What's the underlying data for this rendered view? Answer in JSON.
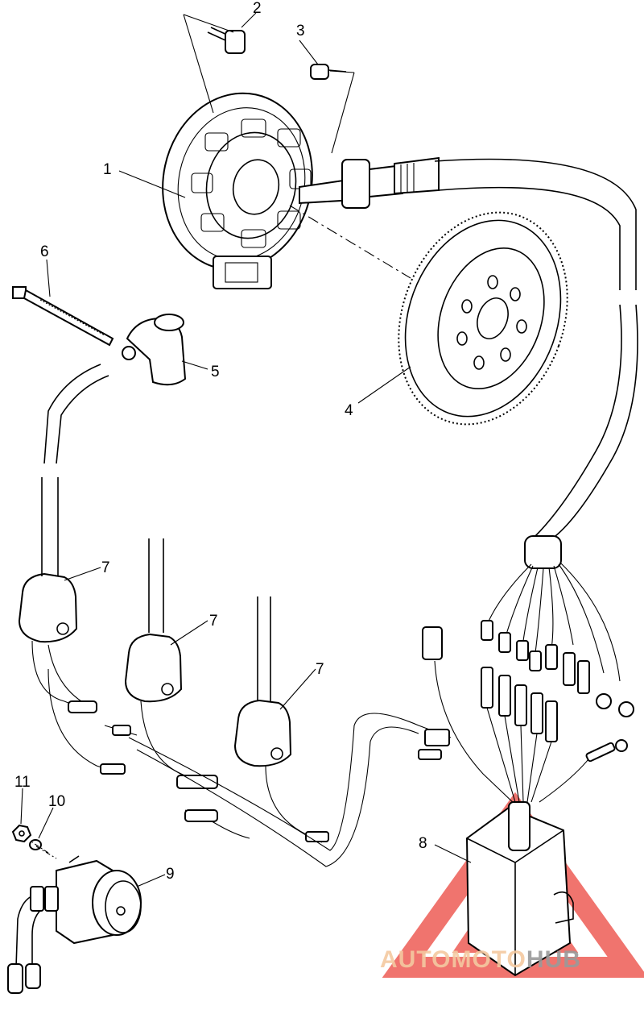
{
  "callouts": {
    "c1": "1",
    "c2": "2",
    "c3": "3",
    "c4": "4",
    "c5": "5",
    "c6": "6",
    "c7a": "7",
    "c7b": "7",
    "c7c": "7",
    "c8": "8",
    "c9": "9",
    "c10": "10",
    "c11": "11"
  },
  "watermark": {
    "part1": "AUTO",
    "part2": "MOTO",
    "part3": "HUB",
    "color_light": "#f4c9a0",
    "color_red": "#e8332a",
    "color_dark": "#9a9a9a"
  }
}
